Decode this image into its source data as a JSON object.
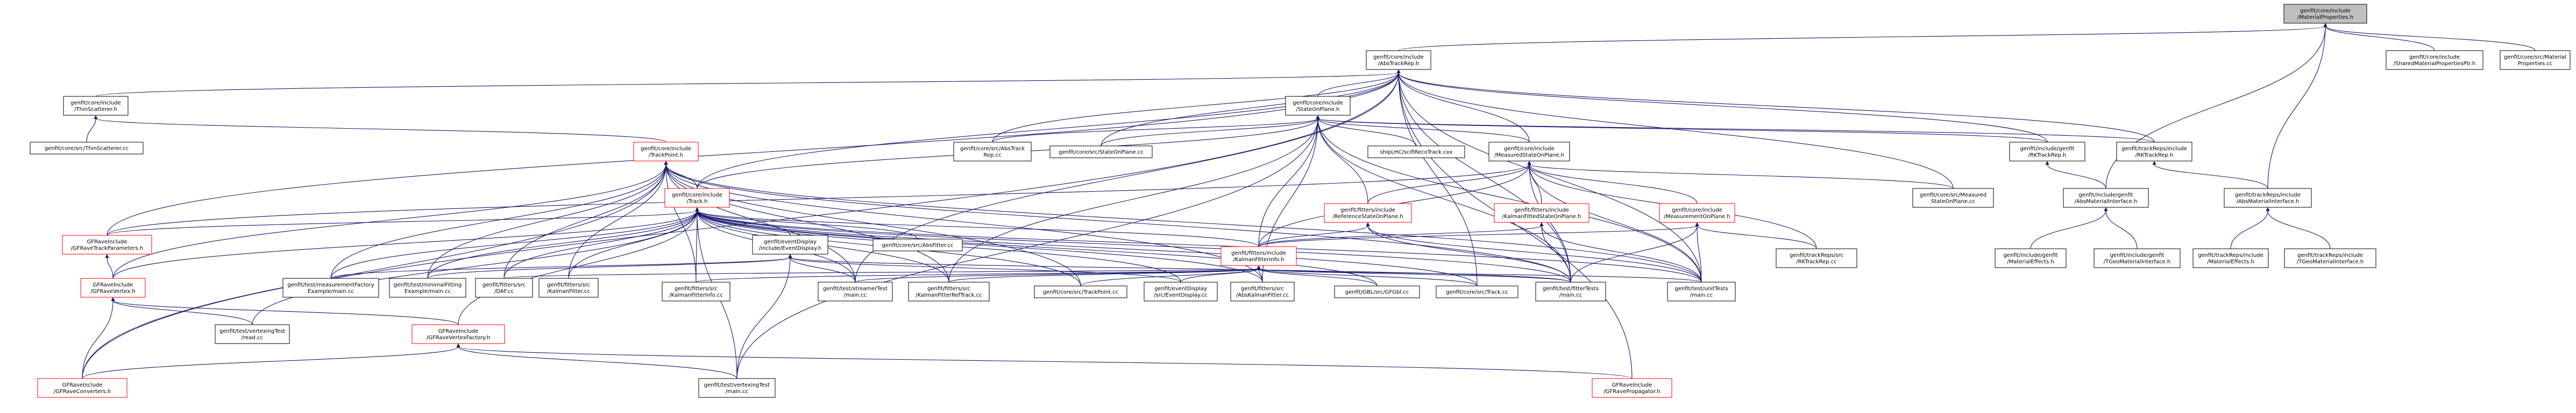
{
  "colors": {
    "edge": "#191970",
    "box_border": "#000000",
    "box_border_truncated": "#ff0000",
    "root_fill": "#bfbfbf",
    "box_fill": "#ffffff"
  },
  "nodes": [
    {
      "id": "root",
      "lines": [
        "genfit/core/include",
        "/MaterialProperties.h"
      ],
      "style": "root"
    },
    {
      "id": "absTrackRep",
      "lines": [
        "genfit/core/include",
        "/AbsTrackRep.h"
      ],
      "style": "normal"
    },
    {
      "id": "sharedMat",
      "lines": [
        "genfit/core/include",
        "/SharedMaterialPropertiesPtr.h"
      ],
      "style": "normal"
    },
    {
      "id": "matPropCc",
      "lines": [
        "genfit/core/src/Material",
        "Properties.cc"
      ],
      "style": "normal"
    },
    {
      "id": "thinScatH",
      "lines": [
        "genfit/core/include",
        "/ThinScatterer.h"
      ],
      "style": "normal"
    },
    {
      "id": "stateOnPlane",
      "lines": [
        "genfit/core/include",
        "/StateOnPlane.h"
      ],
      "style": "normal"
    },
    {
      "id": "thinScatCc",
      "lines": [
        "genfit/core/src/ThinScatterer.cc"
      ],
      "style": "normal"
    },
    {
      "id": "trackPointH",
      "lines": [
        "genfit/core/include",
        "/TrackPoint.h"
      ],
      "style": "trunc"
    },
    {
      "id": "absTrackRepCc",
      "lines": [
        "genfit/core/src/AbsTrack",
        "Rep.cc"
      ],
      "style": "normal"
    },
    {
      "id": "stateOnPlaneCc",
      "lines": [
        "genfit/core/src/StateOnPlane.cc"
      ],
      "style": "normal"
    },
    {
      "id": "shipLHC",
      "lines": [
        "shipLHC/scifiRecoTrack.cxx"
      ],
      "style": "normal"
    },
    {
      "id": "measStateH",
      "lines": [
        "genfit/core/include",
        "/MeasuredStateOnPlane.h"
      ],
      "style": "normal"
    },
    {
      "id": "rkTrackRepH",
      "lines": [
        "genfit/include/genfit",
        "/RKTrackRep.h"
      ],
      "style": "normal"
    },
    {
      "id": "trkRepsRk",
      "lines": [
        "genfit/trackReps/include",
        "/RKTrackRep.h"
      ],
      "style": "normal"
    },
    {
      "id": "absMatIfH",
      "lines": [
        "genfit/include/genfit",
        "/AbsMaterialInterface.h"
      ],
      "style": "normal"
    },
    {
      "id": "trkRepsAbsMat",
      "lines": [
        "genfit/trackReps/include",
        "/AbsMaterialInterface.h"
      ],
      "style": "normal"
    },
    {
      "id": "trackH",
      "lines": [
        "genfit/core/include",
        "/Track.h"
      ],
      "style": "trunc"
    },
    {
      "id": "refStateH",
      "lines": [
        "genfit/fitters/include",
        "/ReferenceStateOnPlane.h"
      ],
      "style": "trunc"
    },
    {
      "id": "kalFittedH",
      "lines": [
        "genfit/fitters/include",
        "/KalmanFittedStateOnPlane.h"
      ],
      "style": "trunc"
    },
    {
      "id": "measOnPlaneH",
      "lines": [
        "genfit/core/include",
        "/MeasurementOnPlane.h"
      ],
      "style": "trunc"
    },
    {
      "id": "measStateCc",
      "lines": [
        "genfit/core/src/Measured",
        "StateOnPlane.cc"
      ],
      "style": "normal"
    },
    {
      "id": "rkTrackRepCc",
      "lines": [
        "genfit/trackReps/src",
        "/RKTrackRep.cc"
      ],
      "style": "normal"
    },
    {
      "id": "matEffects",
      "lines": [
        "genfit/include/genfit",
        "/MaterialEffects.h"
      ],
      "style": "normal"
    },
    {
      "id": "tgeoMat1",
      "lines": [
        "genfit/include/genfit",
        "/TGeoMaterialInterface.h"
      ],
      "style": "normal"
    },
    {
      "id": "trkMatEffects",
      "lines": [
        "genfit/trackReps/include",
        "/MaterialEffects.h"
      ],
      "style": "normal"
    },
    {
      "id": "trkTgeoMat",
      "lines": [
        "genfit/trackReps/include",
        "/TGeoMaterialInterface.h"
      ],
      "style": "normal"
    },
    {
      "id": "gfraveTrackPar",
      "lines": [
        "GFRaveInclude",
        "/GFRaveTrackParameters.h"
      ],
      "style": "trunc"
    },
    {
      "id": "eventDisplayH",
      "lines": [
        "genfit/eventDisplay",
        "/include/EventDisplay.h"
      ],
      "style": "normal"
    },
    {
      "id": "absFitterCc",
      "lines": [
        "genfit/core/src/AbsFitter.cc"
      ],
      "style": "normal"
    },
    {
      "id": "kalFitterInfoH",
      "lines": [
        "genfit/fitters/include",
        "/KalmanFitterInfo.h"
      ],
      "style": "trunc"
    },
    {
      "id": "gfraveVertexH",
      "lines": [
        "GFRaveInclude",
        "/GFRaveVertex.h"
      ],
      "style": "trunc"
    },
    {
      "id": "measFactoryEx",
      "lines": [
        "genfit/test/measurementFactory",
        "Example/main.cc"
      ],
      "style": "normal"
    },
    {
      "id": "minimalFitEx",
      "lines": [
        "genfit/test/minimalFitting",
        "Example/main.cc"
      ],
      "style": "normal"
    },
    {
      "id": "dafCc",
      "lines": [
        "genfit/fitters/src",
        "/DAF.cc"
      ],
      "style": "normal"
    },
    {
      "id": "kalFitterCc",
      "lines": [
        "genfit/fitters/src",
        "/KalmanFitter.cc"
      ],
      "style": "normal"
    },
    {
      "id": "kalFitterInfoCc",
      "lines": [
        "genfit/fitters/src",
        "/KalmanFitterInfo.cc"
      ],
      "style": "normal"
    },
    {
      "id": "streamerTest",
      "lines": [
        "genfit/test/streamerTest",
        "/main.cc"
      ],
      "style": "normal"
    },
    {
      "id": "kalFitterRefCc",
      "lines": [
        "genfit/fitters/src",
        "/KalmanFitterRefTrack.cc"
      ],
      "style": "normal"
    },
    {
      "id": "trackPointCc",
      "lines": [
        "genfit/core/src/TrackPoint.cc"
      ],
      "style": "normal"
    },
    {
      "id": "eventDisplayCc",
      "lines": [
        "genfit/eventDisplay",
        "/src/EventDisplay.cc"
      ],
      "style": "normal"
    },
    {
      "id": "absKalmanCc",
      "lines": [
        "genfit/fitters/src",
        "/AbsKalmanFitter.cc"
      ],
      "style": "normal"
    },
    {
      "id": "gblGfGbl",
      "lines": [
        "genfit/GBL/src/GFGbl.cc"
      ],
      "style": "normal"
    },
    {
      "id": "trackCc",
      "lines": [
        "genfit/core/src/Track.cc"
      ],
      "style": "normal"
    },
    {
      "id": "fitterTests",
      "lines": [
        "genfit/test/fitterTests",
        "/main.cc"
      ],
      "style": "normal"
    },
    {
      "id": "unitTests",
      "lines": [
        "genfit/test/unitTests",
        "/main.cc"
      ],
      "style": "normal"
    },
    {
      "id": "vertexingTestRead",
      "lines": [
        "genfit/test/vertexingTest",
        "/read.cc"
      ],
      "style": "normal"
    },
    {
      "id": "gfraveVtxFactory",
      "lines": [
        "GFRaveInclude",
        "/GFRaveVertexFactory.h"
      ],
      "style": "trunc"
    },
    {
      "id": "gfraveConverters",
      "lines": [
        "GFRaveInclude",
        "/GFRaveConverters.h"
      ],
      "style": "trunc"
    },
    {
      "id": "vertexingTestMain",
      "lines": [
        "genfit/test/vertexingTest",
        "/main.cc"
      ],
      "style": "normal"
    },
    {
      "id": "gfravePropagator",
      "lines": [
        "GFRaveInclude",
        "/GFRavePropagator.h"
      ],
      "style": "trunc"
    }
  ],
  "edges": [
    [
      "root",
      "absTrackRep"
    ],
    [
      "root",
      "sharedMat"
    ],
    [
      "root",
      "matPropCc"
    ],
    [
      "root",
      "absMatIfH"
    ],
    [
      "root",
      "trkRepsAbsMat"
    ],
    [
      "absTrackRep",
      "thinScatH"
    ],
    [
      "absTrackRep",
      "stateOnPlane"
    ],
    [
      "absTrackRep",
      "absTrackRepCc"
    ],
    [
      "absTrackRep",
      "stateOnPlaneCc"
    ],
    [
      "absTrackRep",
      "measStateH"
    ],
    [
      "absTrackRep",
      "rkTrackRepH"
    ],
    [
      "absTrackRep",
      "trkRepsRk"
    ],
    [
      "absTrackRep",
      "trackH"
    ],
    [
      "absTrackRep",
      "measStateCc"
    ],
    [
      "absTrackRep",
      "gfraveTrackPar"
    ],
    [
      "absTrackRep",
      "gfraveConverters"
    ],
    [
      "absTrackRep",
      "gfravePropagator"
    ],
    [
      "absTrackRep",
      "fitterTests"
    ],
    [
      "absTrackRep",
      "unitTests"
    ],
    [
      "absTrackRep",
      "streamerTest"
    ],
    [
      "absTrackRep",
      "trackCc"
    ],
    [
      "thinScatH",
      "thinScatCc"
    ],
    [
      "thinScatH",
      "trackPointH"
    ],
    [
      "stateOnPlane",
      "absTrackRepCc"
    ],
    [
      "stateOnPlane",
      "stateOnPlaneCc"
    ],
    [
      "stateOnPlane",
      "shipLHC"
    ],
    [
      "stateOnPlane",
      "measStateH"
    ],
    [
      "stateOnPlane",
      "rkTrackRepH"
    ],
    [
      "stateOnPlane",
      "trkRepsRk"
    ],
    [
      "stateOnPlane",
      "refStateH"
    ],
    [
      "stateOnPlane",
      "kalFitterInfoH"
    ],
    [
      "stateOnPlane",
      "trackH"
    ],
    [
      "stateOnPlane",
      "fitterTests"
    ],
    [
      "stateOnPlane",
      "unitTests"
    ],
    [
      "stateOnPlane",
      "kalFitterRefCc"
    ],
    [
      "stateOnPlane",
      "absKalmanCc"
    ],
    [
      "stateOnPlane",
      "vertexingTestMain"
    ],
    [
      "trackPointH",
      "trackH"
    ],
    [
      "trackPointH",
      "measFactoryEx"
    ],
    [
      "trackPointH",
      "minimalFitEx"
    ],
    [
      "trackPointH",
      "dafCc"
    ],
    [
      "trackPointH",
      "kalFitterCc"
    ],
    [
      "trackPointH",
      "kalFitterInfoCc"
    ],
    [
      "trackPointH",
      "streamerTest"
    ],
    [
      "trackPointH",
      "kalFitterRefCc"
    ],
    [
      "trackPointH",
      "trackPointCc"
    ],
    [
      "trackPointH",
      "absKalmanCc"
    ],
    [
      "trackPointH",
      "fitterTests"
    ],
    [
      "trackPointH",
      "unitTests"
    ],
    [
      "trackPointH",
      "gfraveVertexH"
    ],
    [
      "trackPointH",
      "gfraveConverters"
    ],
    [
      "measStateH",
      "refStateH"
    ],
    [
      "measStateH",
      "kalFittedH"
    ],
    [
      "measStateH",
      "measOnPlaneH"
    ],
    [
      "measStateH",
      "measStateCc"
    ],
    [
      "measStateH",
      "rkTrackRepCc"
    ],
    [
      "measStateH",
      "fitterTests"
    ],
    [
      "measStateH",
      "unitTests"
    ],
    [
      "measStateH",
      "gfraveTrackPar"
    ],
    [
      "measStateH",
      "kalFitterInfoH"
    ],
    [
      "rkTrackRepH",
      "absMatIfH"
    ],
    [
      "trkRepsRk",
      "trkRepsAbsMat"
    ],
    [
      "absMatIfH",
      "matEffects"
    ],
    [
      "absMatIfH",
      "tgeoMat1"
    ],
    [
      "trkRepsAbsMat",
      "trkMatEffects"
    ],
    [
      "trkRepsAbsMat",
      "trkTgeoMat"
    ],
    [
      "trackH",
      "gfraveTrackPar"
    ],
    [
      "trackH",
      "eventDisplayH"
    ],
    [
      "trackH",
      "absFitterCc"
    ],
    [
      "trackH",
      "kalFitterInfoH"
    ],
    [
      "trackH",
      "measFactoryEx"
    ],
    [
      "trackH",
      "minimalFitEx"
    ],
    [
      "trackH",
      "dafCc"
    ],
    [
      "trackH",
      "kalFitterCc"
    ],
    [
      "trackH",
      "kalFitterInfoCc"
    ],
    [
      "trackH",
      "streamerTest"
    ],
    [
      "trackH",
      "kalFitterRefCc"
    ],
    [
      "trackH",
      "trackPointCc"
    ],
    [
      "trackH",
      "eventDisplayCc"
    ],
    [
      "trackH",
      "absKalmanCc"
    ],
    [
      "trackH",
      "gblGfGbl"
    ],
    [
      "trackH",
      "trackCc"
    ],
    [
      "trackH",
      "fitterTests"
    ],
    [
      "trackH",
      "unitTests"
    ],
    [
      "trackH",
      "gfraveVertexH"
    ],
    [
      "trackH",
      "vertexingTestRead"
    ],
    [
      "trackH",
      "gfraveVtxFactory"
    ],
    [
      "trackH",
      "vertexingTestMain"
    ],
    [
      "refStateH",
      "kalFitterInfoH"
    ],
    [
      "refStateH",
      "fitterTests"
    ],
    [
      "refStateH",
      "unitTests"
    ],
    [
      "kalFittedH",
      "kalFitterInfoH"
    ],
    [
      "kalFittedH",
      "fitterTests"
    ],
    [
      "kalFittedH",
      "unitTests"
    ],
    [
      "measOnPlaneH",
      "kalFitterInfoH"
    ],
    [
      "measOnPlaneH",
      "rkTrackRepCc"
    ],
    [
      "measOnPlaneH",
      "fitterTests"
    ],
    [
      "measOnPlaneH",
      "unitTests"
    ],
    [
      "kalFitterInfoH",
      "streamerTest"
    ],
    [
      "kalFitterInfoH",
      "kalFitterRefCc"
    ],
    [
      "kalFitterInfoH",
      "trackPointCc"
    ],
    [
      "kalFitterInfoH",
      "eventDisplayCc"
    ],
    [
      "kalFitterInfoH",
      "absKalmanCc"
    ],
    [
      "kalFitterInfoH",
      "gblGfGbl"
    ],
    [
      "kalFitterInfoH",
      "trackCc"
    ],
    [
      "kalFitterInfoH",
      "fitterTests"
    ],
    [
      "kalFitterInfoH",
      "unitTests"
    ],
    [
      "kalFitterInfoH",
      "kalFitterInfoCc"
    ],
    [
      "kalFitterInfoH",
      "dafCc"
    ],
    [
      "eventDisplayH",
      "streamerTest"
    ],
    [
      "eventDisplayH",
      "eventDisplayCc"
    ],
    [
      "eventDisplayH",
      "fitterTests"
    ],
    [
      "eventDisplayH",
      "measFactoryEx"
    ],
    [
      "eventDisplayH",
      "minimalFitEx"
    ],
    [
      "eventDisplayH",
      "vertexingTestMain"
    ],
    [
      "gfraveTrackPar",
      "gfraveVertexH"
    ],
    [
      "gfraveVertexH",
      "vertexingTestRead"
    ],
    [
      "gfraveVertexH",
      "gfraveVtxFactory"
    ],
    [
      "gfraveVertexH",
      "gfraveConverters"
    ],
    [
      "gfraveVtxFactory",
      "vertexingTestMain"
    ],
    [
      "gfraveVtxFactory",
      "gfraveConverters"
    ],
    [
      "gfraveVtxFactory",
      "gfravePropagator"
    ]
  ]
}
